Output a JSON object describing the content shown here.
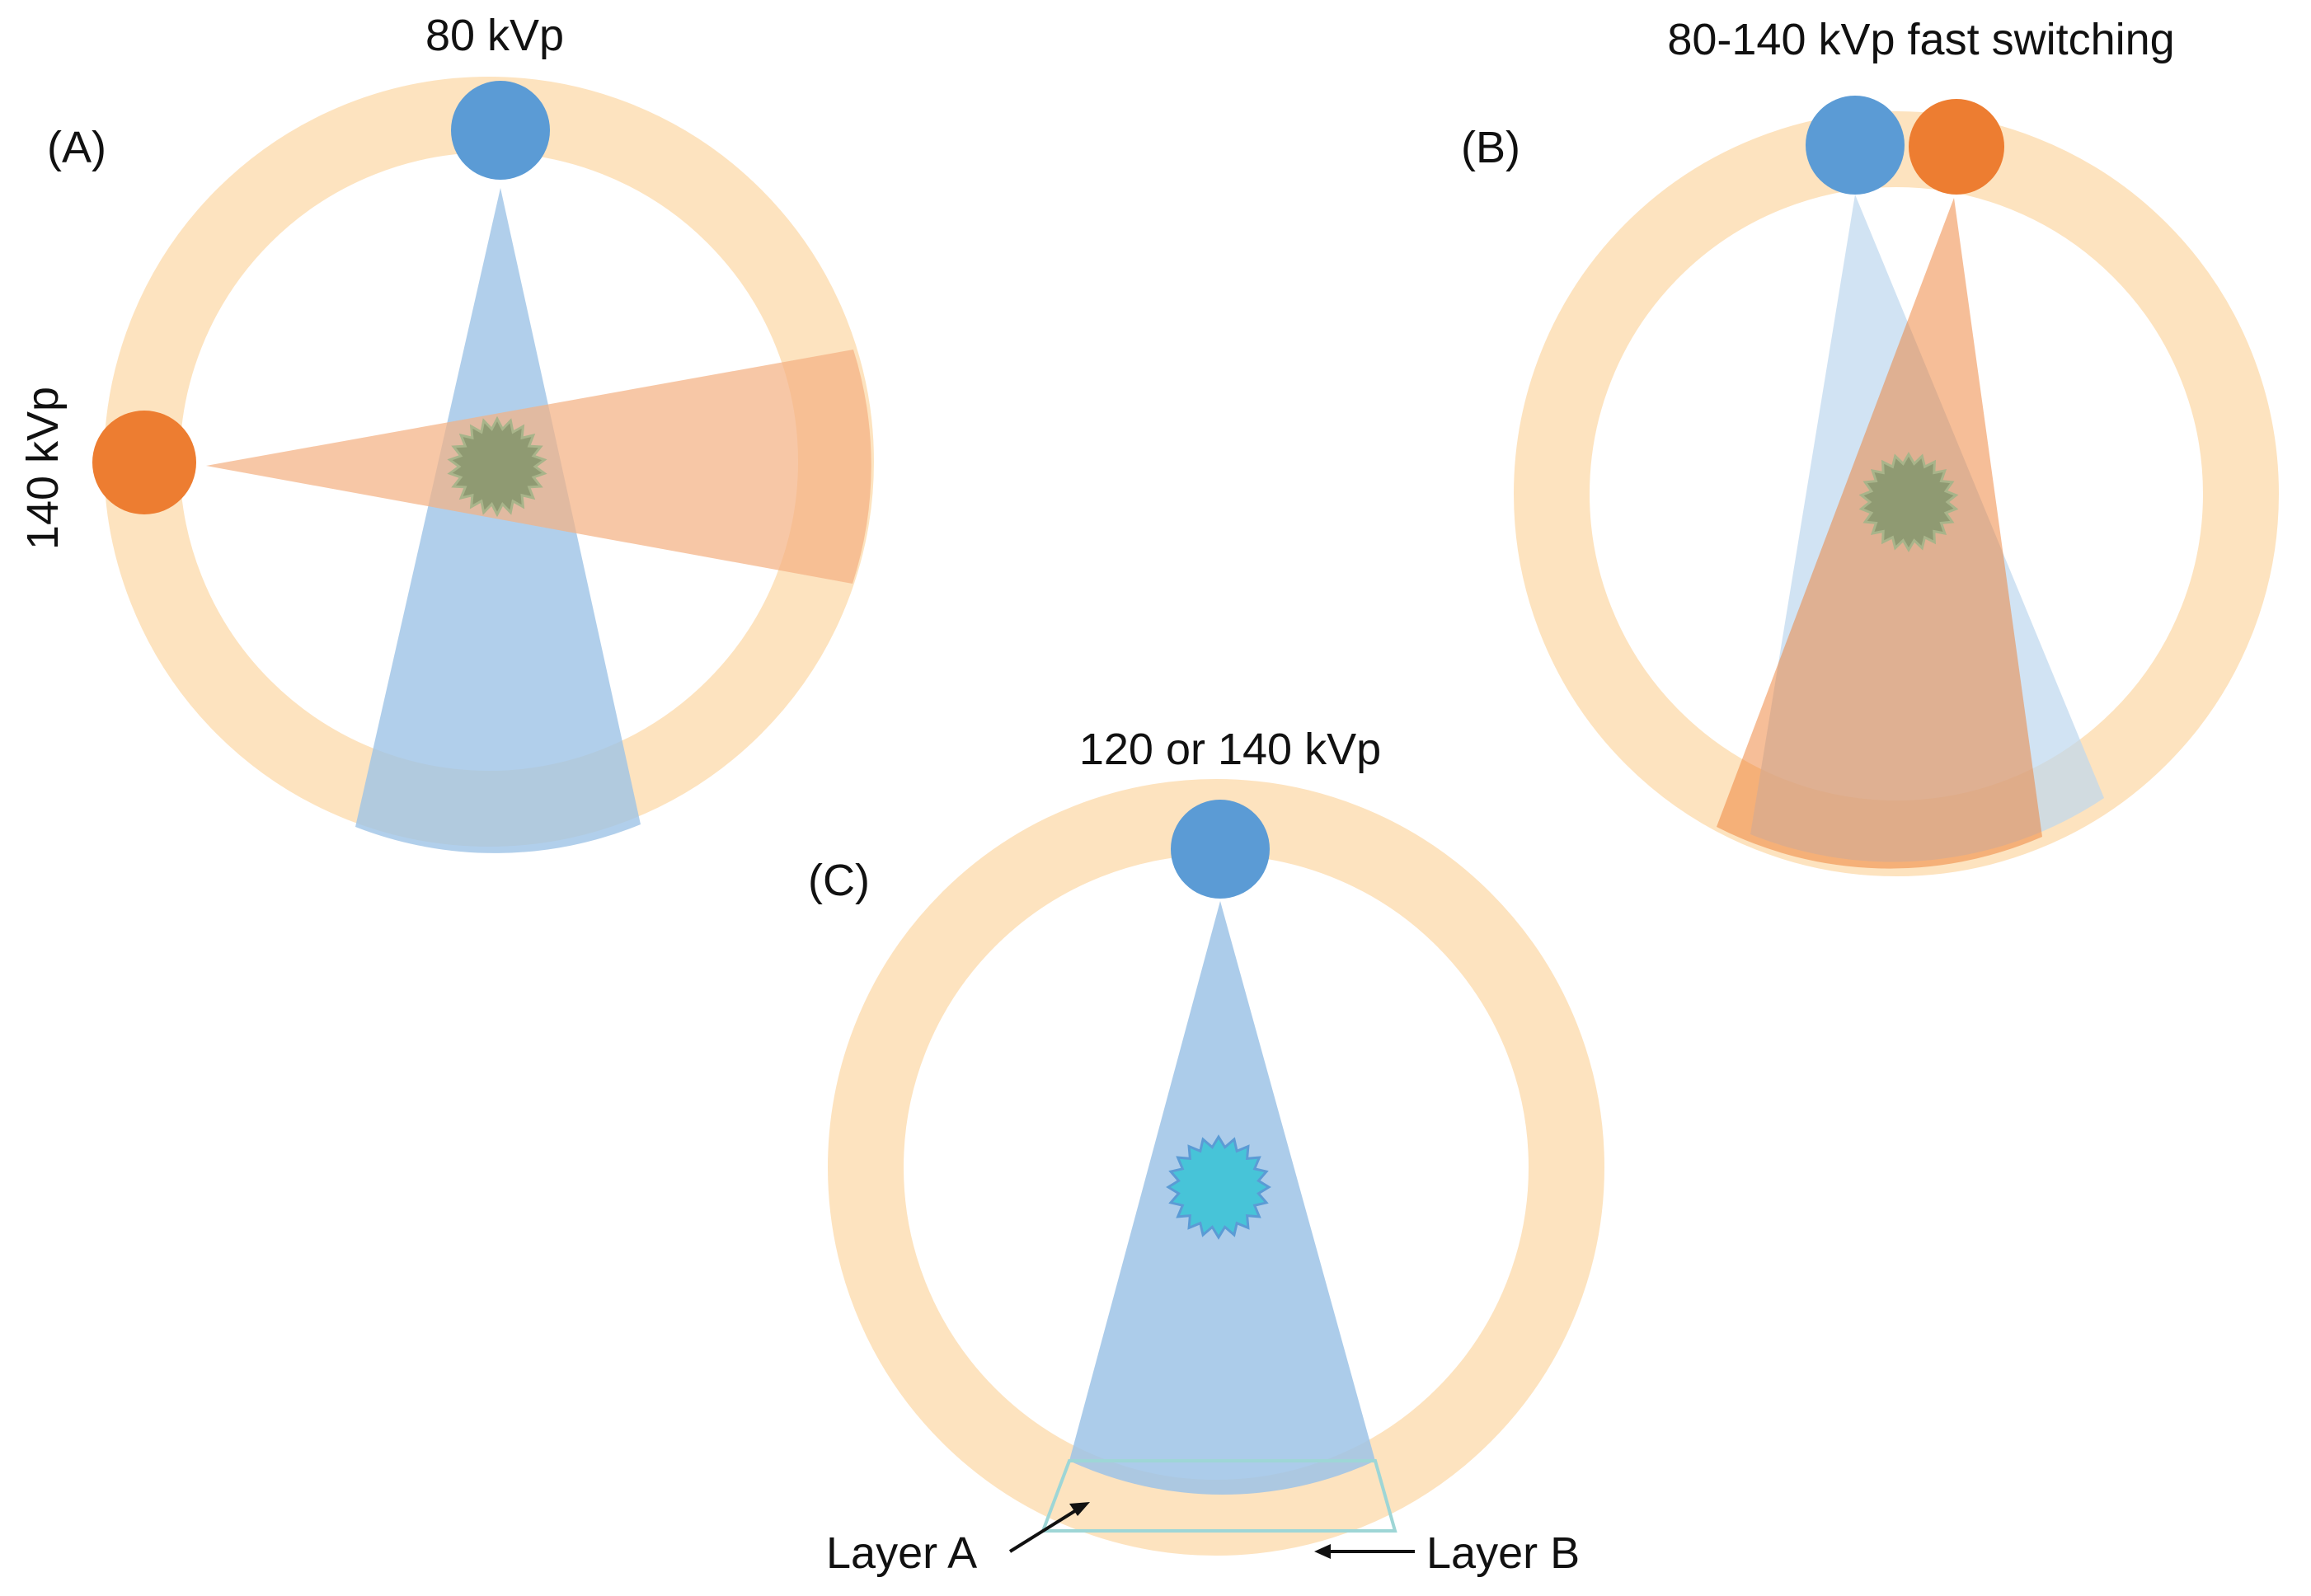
{
  "panels": {
    "a": {
      "panel_label": "(A)",
      "top_source_label": "80 kVp",
      "side_source_label": "140 kVp"
    },
    "b": {
      "panel_label": "(B)",
      "source_label": "80-140 kVp fast switching"
    },
    "c": {
      "panel_label": "(C)",
      "source_label": "120 or 140 kVp",
      "layer_a_label": "Layer A",
      "layer_b_label": "Layer B"
    }
  },
  "colors": {
    "gantry_ring": "#fde3bf",
    "low_kvp_source": "#5b9bd5",
    "high_kvp_source": "#ed7d31",
    "low_kvp_beam": "#9dc3e6",
    "high_kvp_beam": "#f4b183",
    "lesion_overlap": "#8f9a72",
    "lesion_single": "#47c4d8",
    "lesion_outline": "#5b9bd5"
  },
  "icons": {
    "source": "circle",
    "lesion": "starburst"
  }
}
